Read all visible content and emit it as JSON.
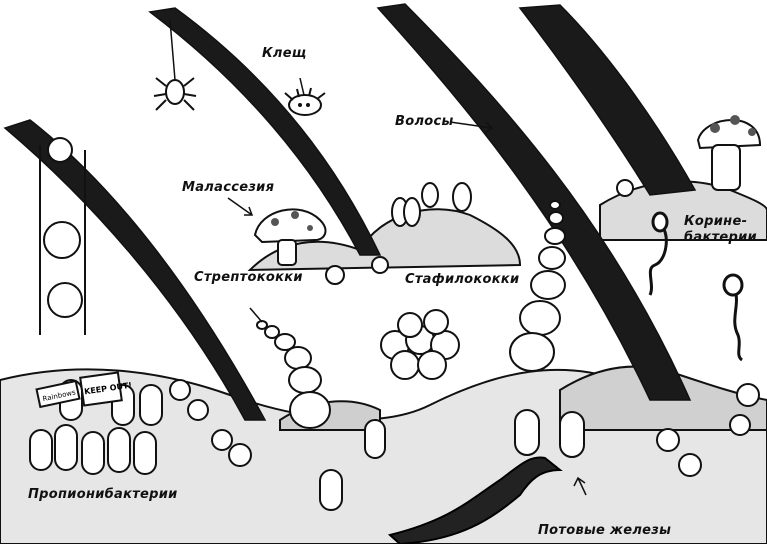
{
  "labels": {
    "mite": "Клещ",
    "hair": "Волосы",
    "malassezia": "Малассезия",
    "streptococci": "Стрептококки",
    "staphylococci": "Стафилококки",
    "corynebacteria_line1": "Корине-",
    "corynebacteria_line2": "бактерии",
    "propionibacteria": "Пропионибактерии",
    "sweat_glands": "Потовые железы"
  },
  "sign_texts": [
    "Rainbows",
    "KEEP OUT!"
  ],
  "colors": {
    "ink": "#111111",
    "skin": "#d9d9d9",
    "hair": "#1a1a1a",
    "background": "#ffffff"
  },
  "icons": [
    "mite-icon",
    "spider-icon",
    "mushroom-icon",
    "coccus-icon",
    "bacillus-icon",
    "rod-bacterium-icon"
  ]
}
